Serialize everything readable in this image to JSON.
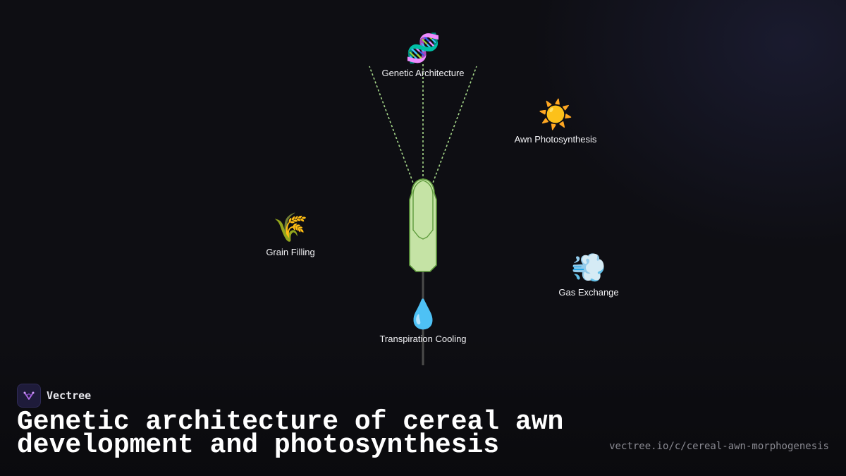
{
  "diagram": {
    "nodes": [
      {
        "id": "genetic",
        "icon": "dna-icon",
        "emoji": "🧬",
        "label": "Genetic Architecture"
      },
      {
        "id": "photosynthesis",
        "icon": "sun-icon",
        "emoji": "☀️",
        "label": "Awn Photosynthesis"
      },
      {
        "id": "grain",
        "icon": "wheat-icon",
        "emoji": "🌾",
        "label": "Grain Filling"
      },
      {
        "id": "gas",
        "icon": "wind-icon",
        "emoji": "💨",
        "label": "Gas Exchange"
      },
      {
        "id": "cooling",
        "icon": "droplet-icon",
        "emoji": "💧",
        "label": "Transpiration Cooling"
      }
    ],
    "colors": {
      "spike_fill": "#c5e3a5",
      "spike_stroke": "#5e9a3c",
      "awn_line": "#a6d88a",
      "stem": "#4a4a4a"
    }
  },
  "brand": {
    "name": "Vectree",
    "logo_icon": "vectree-logo-icon",
    "accent": "#b06be8"
  },
  "title": "Genetic architecture of cereal awn development and photosynthesis",
  "url": "vectree.io/c/cereal-awn-morphogenesis"
}
